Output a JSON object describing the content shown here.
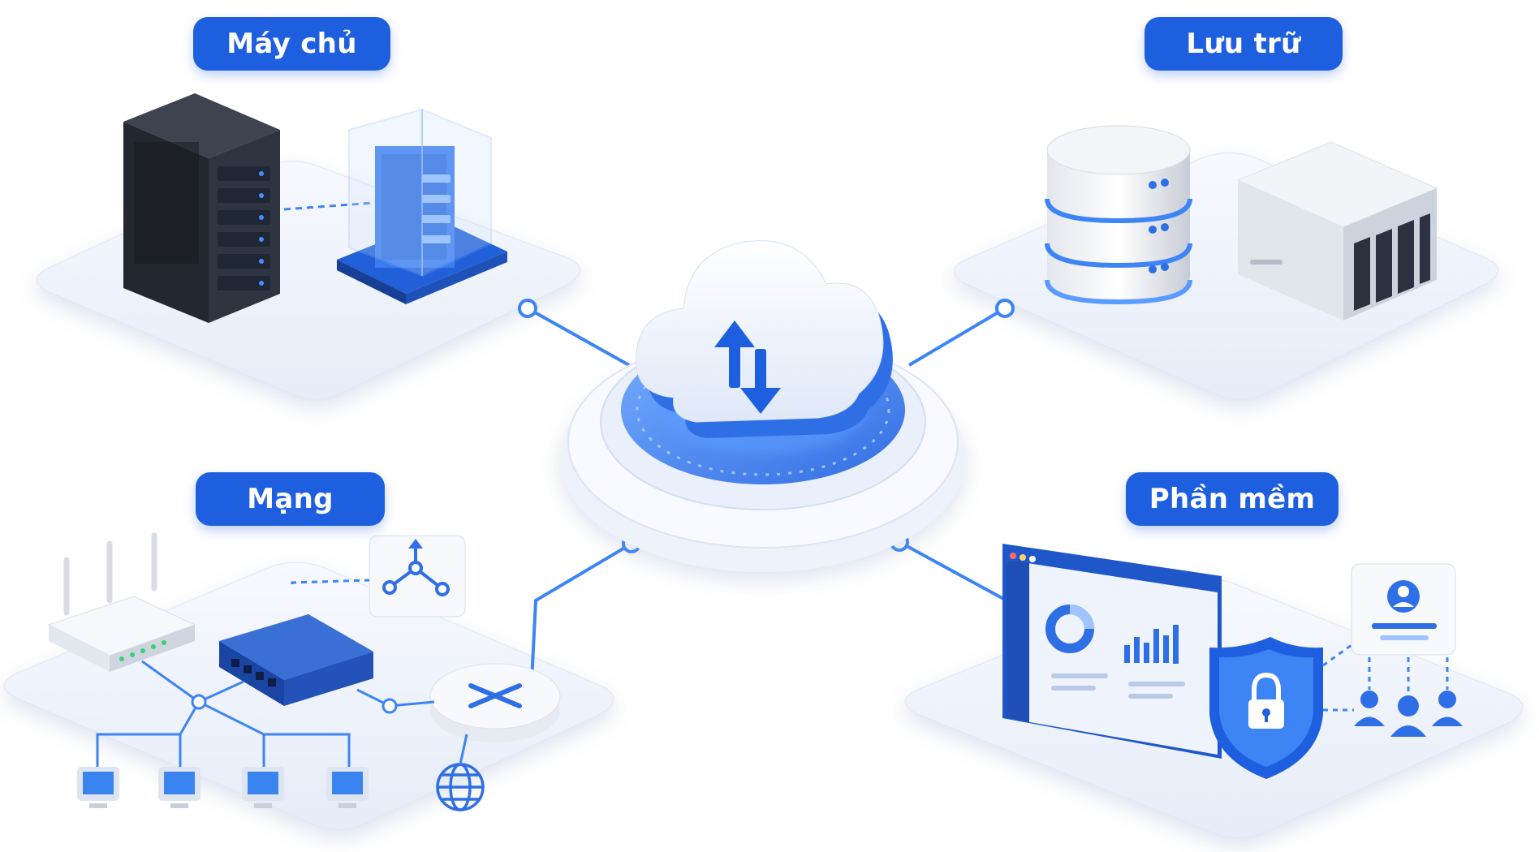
{
  "categories": {
    "servers": {
      "label": "Máy chủ",
      "icon": "server-rack-icon"
    },
    "storage": {
      "label": "Lưu trữ",
      "icon": "database-icon"
    },
    "network": {
      "label": "Mạng",
      "icon": "router-icon"
    },
    "software": {
      "label": "Phần mềm",
      "icon": "dashboard-window-icon"
    }
  },
  "hub": {
    "icon": "cloud-sync-icon"
  },
  "colors": {
    "accent": "#1e5fe0",
    "accent_light": "#5a9bff",
    "platform": "#eef2fa",
    "dark_rack": "#2a2f3a"
  }
}
